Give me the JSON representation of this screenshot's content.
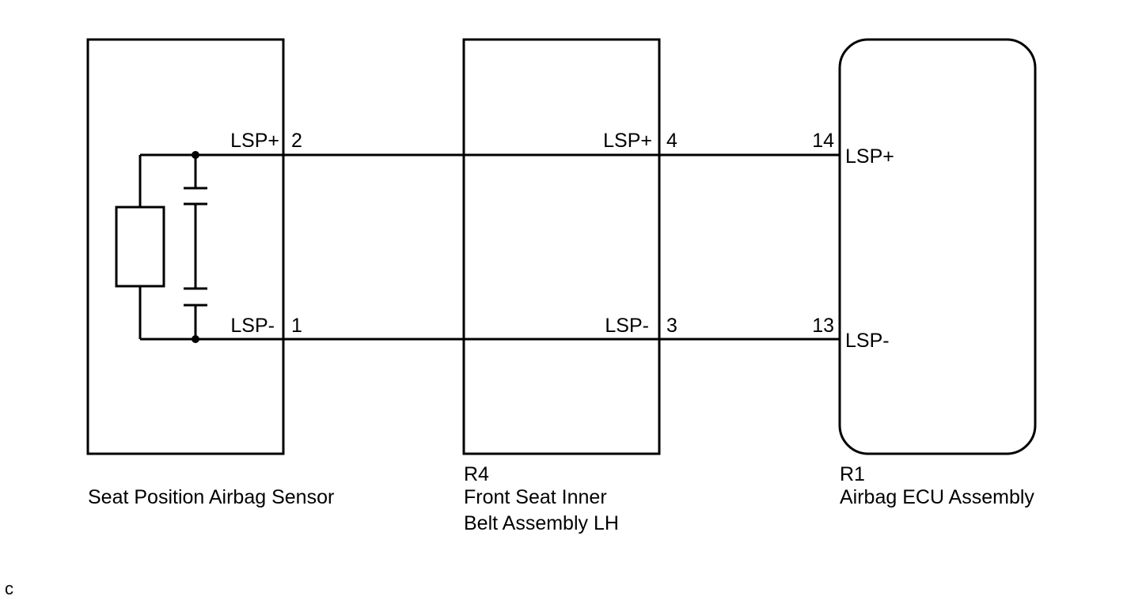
{
  "components": {
    "sensor": {
      "name": "Seat Position Airbag Sensor"
    },
    "belt": {
      "code": "R4",
      "name_line1": "Front Seat Inner",
      "name_line2": "Belt Assembly LH"
    },
    "ecu": {
      "code": "R1",
      "name": "Airbag ECU Assembly"
    }
  },
  "pins": {
    "sensor_lsp_plus": {
      "label": "LSP+",
      "number": "2"
    },
    "sensor_lsp_minus": {
      "label": "LSP-",
      "number": "1"
    },
    "belt_lsp_plus": {
      "label": "LSP+",
      "number": "4"
    },
    "belt_lsp_minus": {
      "label": "LSP-",
      "number": "3"
    },
    "ecu_lsp_plus": {
      "label": "LSP+",
      "number": "14"
    },
    "ecu_lsp_minus": {
      "label": "LSP-",
      "number": "13"
    }
  },
  "corner_mark": "c"
}
